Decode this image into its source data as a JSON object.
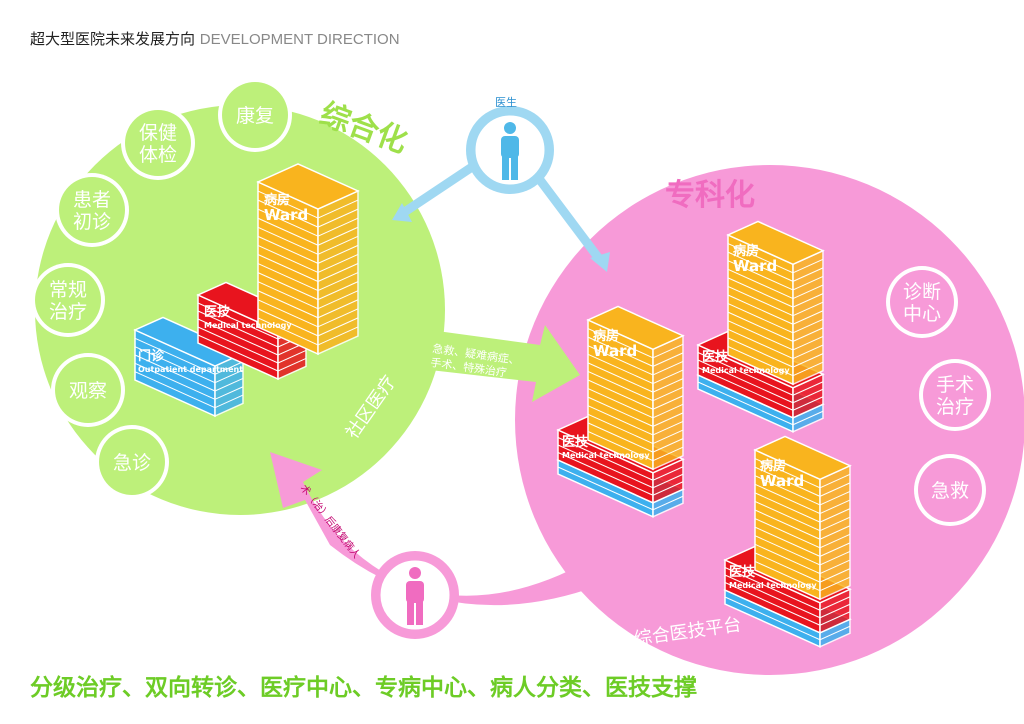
{
  "title": {
    "cn": "超大型医院未来发展方向",
    "en": "DEVELOPMENT DIRECTION"
  },
  "colors": {
    "green": "#bdf07a",
    "pink": "#f79ad8",
    "blue": "#9fd8f2",
    "orange": "#f9b41e",
    "red": "#e8141e",
    "cyan": "#3db0ee",
    "bottom_text": "#6dcc26"
  },
  "left": {
    "heading": "综合化",
    "ring_label": "社区医疗",
    "satellites": [
      [
        "康复"
      ],
      [
        "保健",
        "体检"
      ],
      [
        "患者",
        "初诊"
      ],
      [
        "常规",
        "治疗"
      ],
      [
        "观察"
      ],
      [
        "急诊"
      ]
    ]
  },
  "right": {
    "heading": "专科化",
    "ring_label": "综合医技平台",
    "satellites": [
      [
        "诊断",
        "中心"
      ],
      [
        "手术",
        "治疗"
      ],
      [
        "急救"
      ]
    ]
  },
  "doctor": {
    "label": "医生",
    "icon": "person-icon"
  },
  "patient": {
    "icon": "person-icon"
  },
  "arrow_right": {
    "line1": "急救、疑难病症、",
    "line2": "手术、特殊治疗"
  },
  "arrow_back": {
    "label": "术（治）后康复病人"
  },
  "buildings": {
    "ward": {
      "cn": "病房",
      "en": "Ward"
    },
    "medtech": {
      "cn": "医技",
      "en": "Medical technology"
    },
    "outpatient": {
      "cn": "门诊",
      "en": "Outpatient department"
    }
  },
  "bottom": "分级治疗、双向转诊、医疗中心、专病中心、病人分类、医技支撑"
}
